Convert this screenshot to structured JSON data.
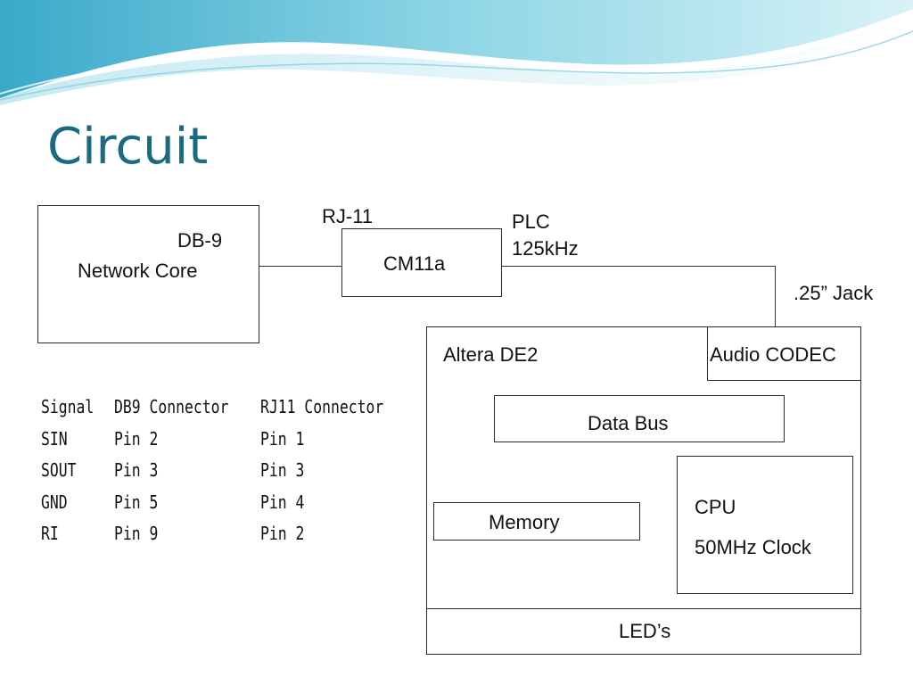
{
  "slide": {
    "title": "Circuit"
  },
  "diagram": {
    "network_core": {
      "label_top": "DB-9",
      "label_main": "Network Core"
    },
    "rj11_label": "RJ-11",
    "cm11a": {
      "label": "CM11a"
    },
    "plc_label_1": "PLC",
    "plc_label_2": "125kHz",
    "jack_label": ".25” Jack",
    "altera": {
      "label": "Altera DE2"
    },
    "audio_codec": {
      "label": "Audio CODEC"
    },
    "data_bus": {
      "label": "Data Bus"
    },
    "memory": {
      "label": "Memory"
    },
    "cpu": {
      "label": "CPU",
      "clock": "50MHz Clock"
    },
    "leds": {
      "label": "LED’s"
    }
  },
  "pin_table": {
    "headers": [
      "Signal",
      "DB9 Connector",
      "RJ11 Connector"
    ],
    "rows": [
      [
        "SIN",
        "Pin 2",
        "Pin 1"
      ],
      [
        "SOUT",
        "Pin 3",
        "Pin 3"
      ],
      [
        "GND",
        "Pin 5",
        "Pin 4"
      ],
      [
        "RI",
        "Pin 9",
        "Pin 2"
      ]
    ]
  },
  "colors": {
    "title": "#1a6a82",
    "wave_light": "#bfe8f0",
    "wave_mid": "#6cc6dc",
    "wave_dark": "#2a9ec0"
  }
}
